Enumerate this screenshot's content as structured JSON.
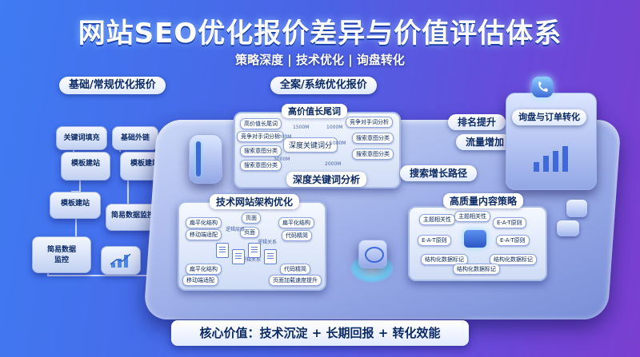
{
  "header": {
    "title": "网站SEO优化报价差异与价值评估体系",
    "subtitle": "策略深度 | 技术优化 | 询盘转化"
  },
  "sections": {
    "basic": "基础/常规优化报价",
    "full": "全案/系统优化报价"
  },
  "basic_blocks": {
    "keyword_fill": "关键词填充",
    "external_links": "基础外链",
    "template_site_1": "模板建站",
    "template_site_2": "模板建站",
    "template_site_3": "模板建站",
    "simple_monitor_1": "简易数据监控",
    "simple_monitor_2": "简易数据\n监控"
  },
  "keyword_panel": {
    "title": "深度关键词分析",
    "center": "深度关键词分",
    "top": "高价值长尾词",
    "left_chips": [
      "高价值长尾词",
      "竞争对手词分析",
      "搜索意图分类",
      "搜索意图分类"
    ],
    "right_chips": [
      "竞争对手词分析",
      "搜索意图分类",
      "搜索意图分类"
    ],
    "volumes": [
      "1500M",
      "1000M",
      "3000M",
      "1000M",
      "3000M",
      "2000M"
    ]
  },
  "tech_panel": {
    "title": "技术网站架构优化",
    "chips": [
      "扁平化结构",
      "移动端适配",
      "页面",
      "页面",
      "扁平化结构",
      "代码精简",
      "扁平化结构",
      "移动端适配",
      "代码精简",
      "页面加载速度提升"
    ],
    "micro": [
      "逻辑层级",
      "逻辑关系",
      "逻辑关系"
    ]
  },
  "content_panel": {
    "title": "高质量内容策略",
    "chips": [
      "主题相关性",
      "主题相关性",
      "E-A-T原则",
      "E-A-T原则",
      "E-A-T原则",
      "结构化数据标记",
      "结构化数据标记",
      "结构化数据标记"
    ]
  },
  "flow": {
    "rank_up": "排名提升",
    "traffic_up": "流量增加",
    "search_path": "搜索增长路径",
    "conversion": "询盘与订单转化"
  },
  "footer": {
    "core_value": "核心价值：技术沉淀 + 长期回报 + 转化效能"
  },
  "colors": {
    "bg_start": "#3f7bf2",
    "bg_end": "#7a3fd0",
    "text_dark": "#0b2a66",
    "accent_cyan": "#6fd8ff"
  }
}
